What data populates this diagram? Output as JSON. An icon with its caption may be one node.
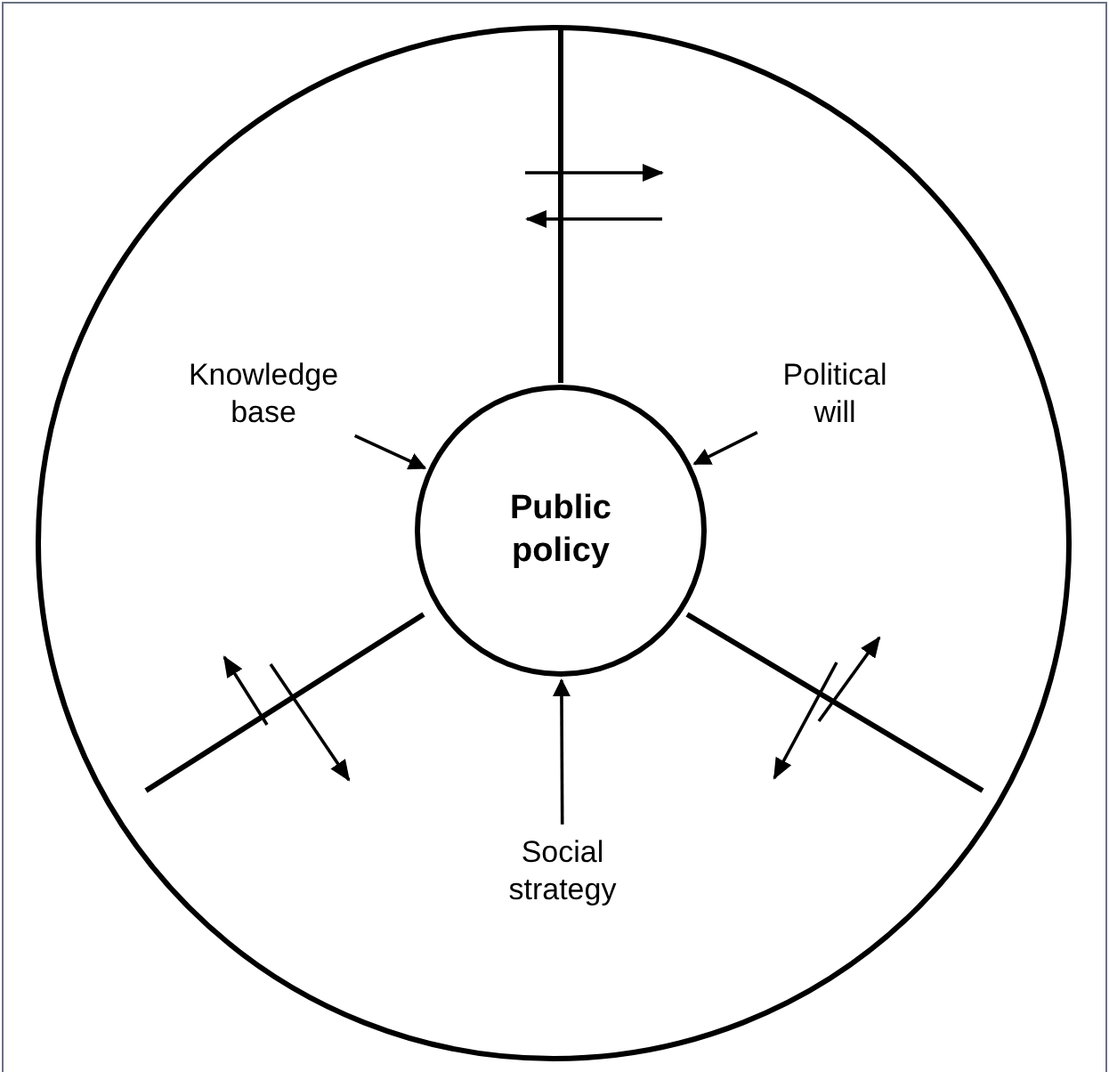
{
  "diagram": {
    "nodes": [
      {
        "text": [],
        "shape": "circle"
      },
      {
        "text": [
          "Public policy"
        ],
        "in": 0
      },
      {
        "text": [
          "Knowledge base"
        ],
        "in": 0
      },
      {
        "text": [
          "Political will"
        ],
        "in": 0
      },
      {
        "text": [
          "Social strategy"
        ],
        "in": 0
      }
    ],
    "edges": [
      {
        "from": 2,
        "to": 1,
        "arrow": "to"
      },
      {
        "from": 3,
        "to": 1,
        "arrow": "to"
      },
      {
        "from": 4,
        "to": 1,
        "arrow": "to"
      }
    ]
  }
}
